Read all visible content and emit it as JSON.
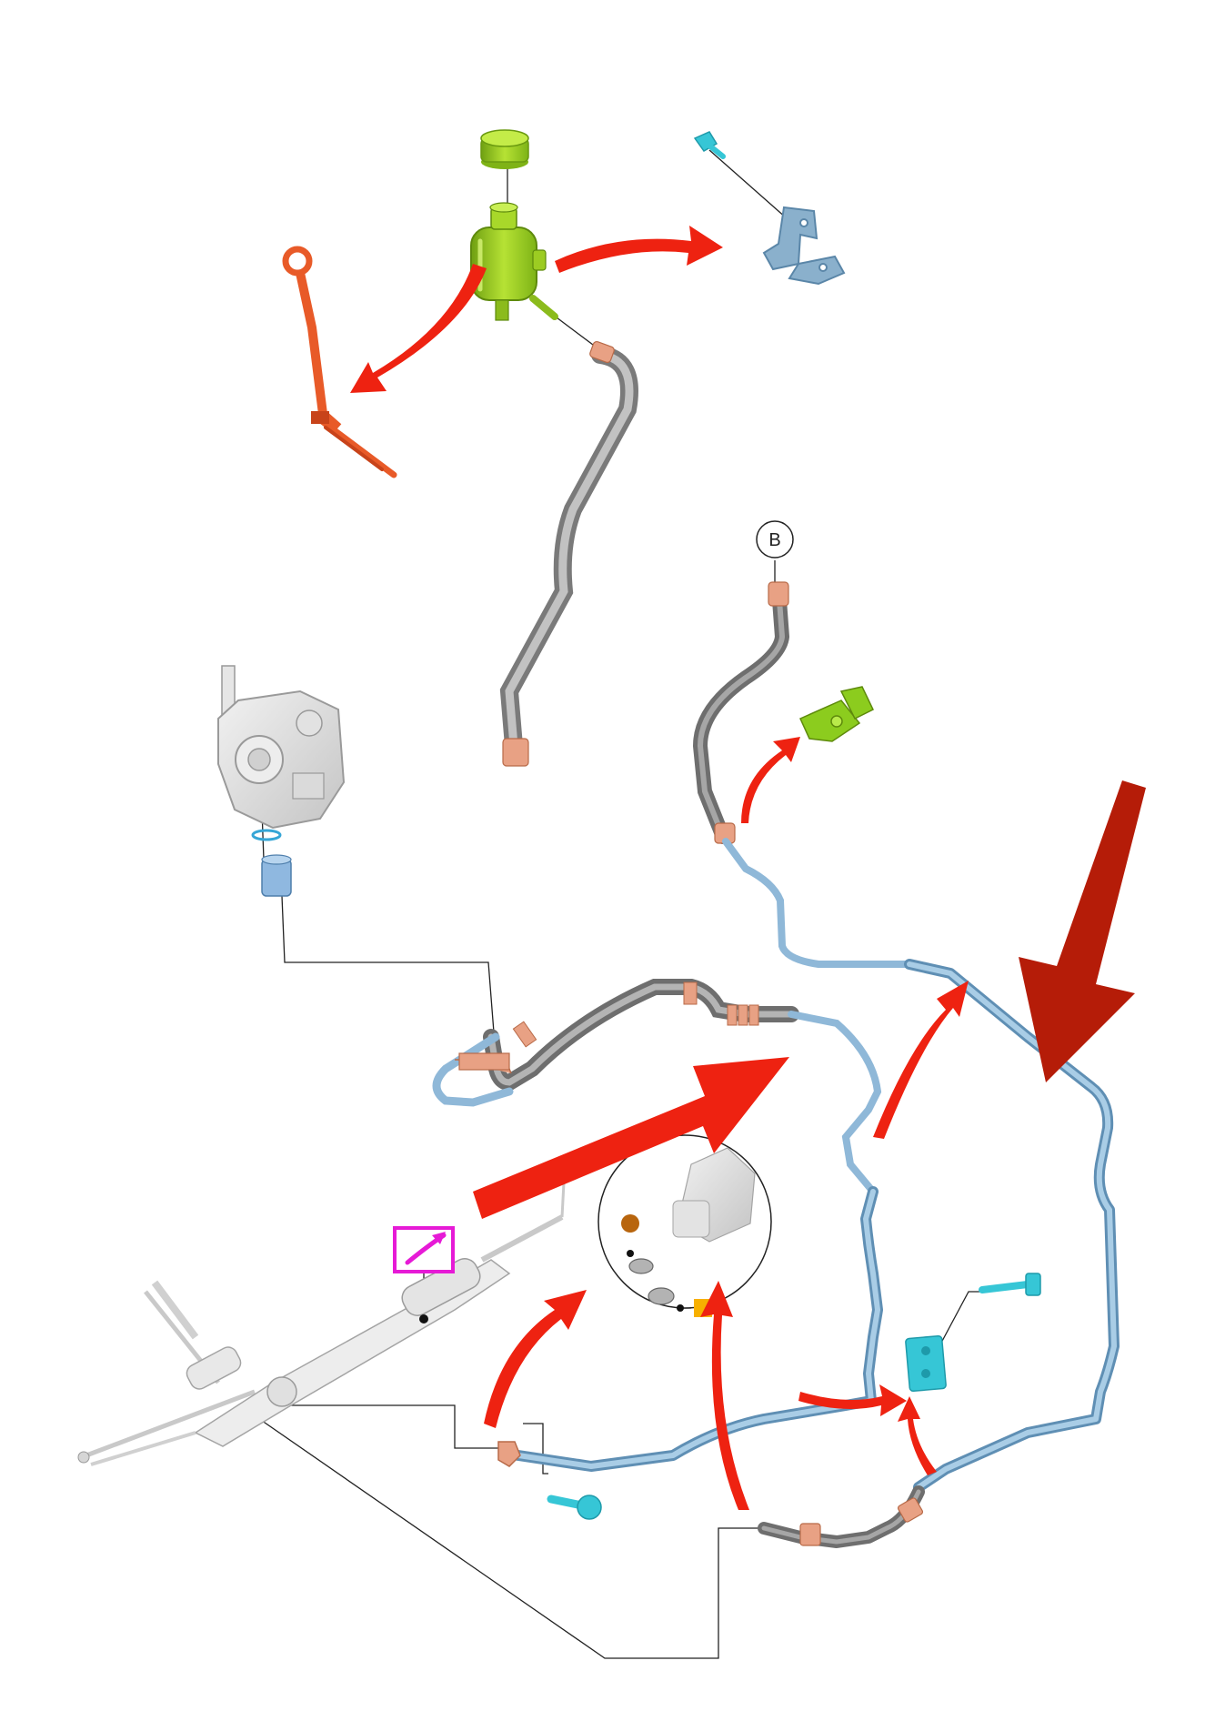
{
  "diagram": {
    "callout_b": "B",
    "colors": {
      "reservoir": "#9fd11a",
      "dipstick": "#e85a28",
      "hose": "#8c8c8c",
      "pipe": "#8fb8d8",
      "fitting": "#e8a184",
      "clip_green": "#8ccc1e",
      "bolt": "#36c6d6",
      "bracket": "#8ab0cc",
      "arrow": "#ee2211",
      "arrow_dark": "#b51c08",
      "magenta": "#e61ad6",
      "dot_brown": "#b8650e",
      "square_orange": "#f7b000"
    },
    "components": [
      "reservoir-cap",
      "fluid-reservoir",
      "dipstick",
      "reservoir-bracket",
      "bracket-bolt",
      "supply-hose",
      "return-hose",
      "hose-clip",
      "power-steering-pump",
      "pump-o-ring",
      "pump-union",
      "pressure-line",
      "steering-gear",
      "return-pipe",
      "cooler-pipe",
      "pipe-clamp-bolt",
      "connector-block",
      "connector-bolt",
      "seal-detail"
    ]
  }
}
